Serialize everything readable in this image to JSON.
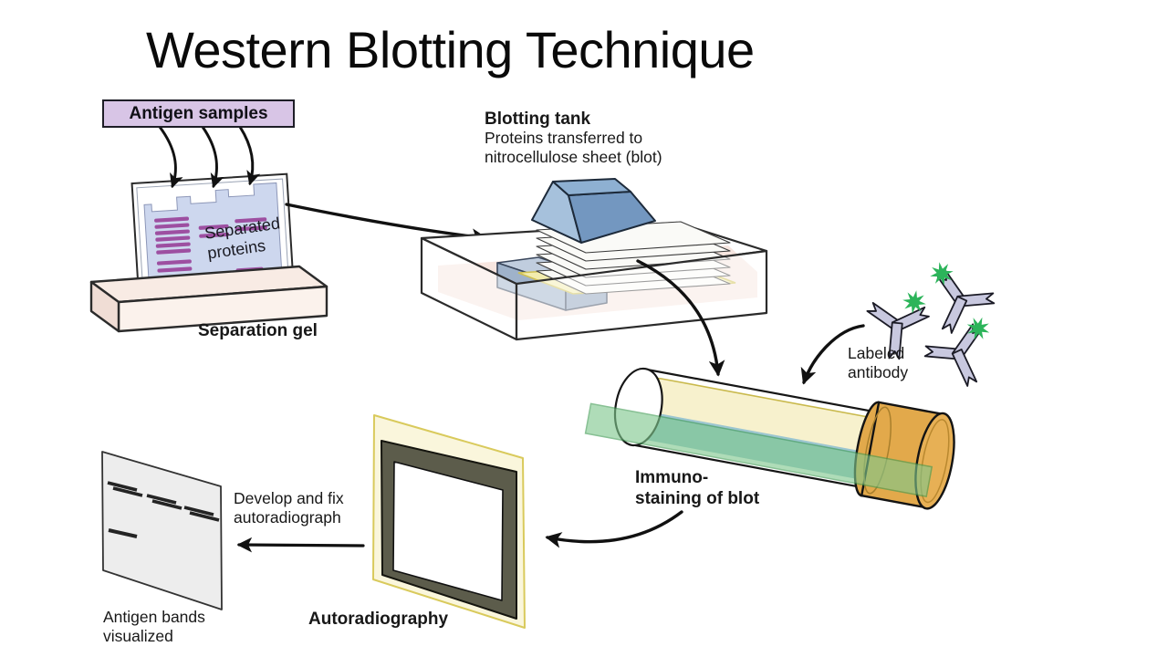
{
  "title": "Western Blotting Technique",
  "labels": {
    "antigen_samples": "Antigen samples",
    "separated_proteins": "Separated\nproteins",
    "separation_gel": "Separation gel",
    "blotting_tank_title": "Blotting tank",
    "blotting_tank_description": "Proteins transferred to\nnitrocellulose sheet (blot)",
    "labeled_antibody": "Labeled\nantibody",
    "immunostaining": "Immuno-\nstaining of blot",
    "develop_and_fix": "Develop and fix\nautoradiograph",
    "autoradiography": "Autoradiography",
    "antigen_bands": "Antigen bands\nvisualized"
  },
  "colors": {
    "antigen_box_fill": "#d8c5e6",
    "protein_band_purple": "#9d4fa1",
    "gel_blue": "#cdd7ee",
    "tray_pink": "#f8ebe4",
    "tank_buffer_pink": "#f6e3dd",
    "weight_blue": "#8eb0d2",
    "sponge_blue": "#9fb2ca",
    "nitrocellulose_yellow": "#f2ecae",
    "blot_sheet_yellow": "#f7f1cd",
    "tube_green": "#7fc88d",
    "tube_teal": "#9cc6d0",
    "cap_orange": "#e2a94b",
    "antibody_lavender": "#c8c8df",
    "label_green": "#2cb45a",
    "film_sheet_yellow": "#faf6dc",
    "film_frame_olive": "#5c5c4b",
    "result_film_gray": "#ededed",
    "arrow_black": "#111111"
  }
}
